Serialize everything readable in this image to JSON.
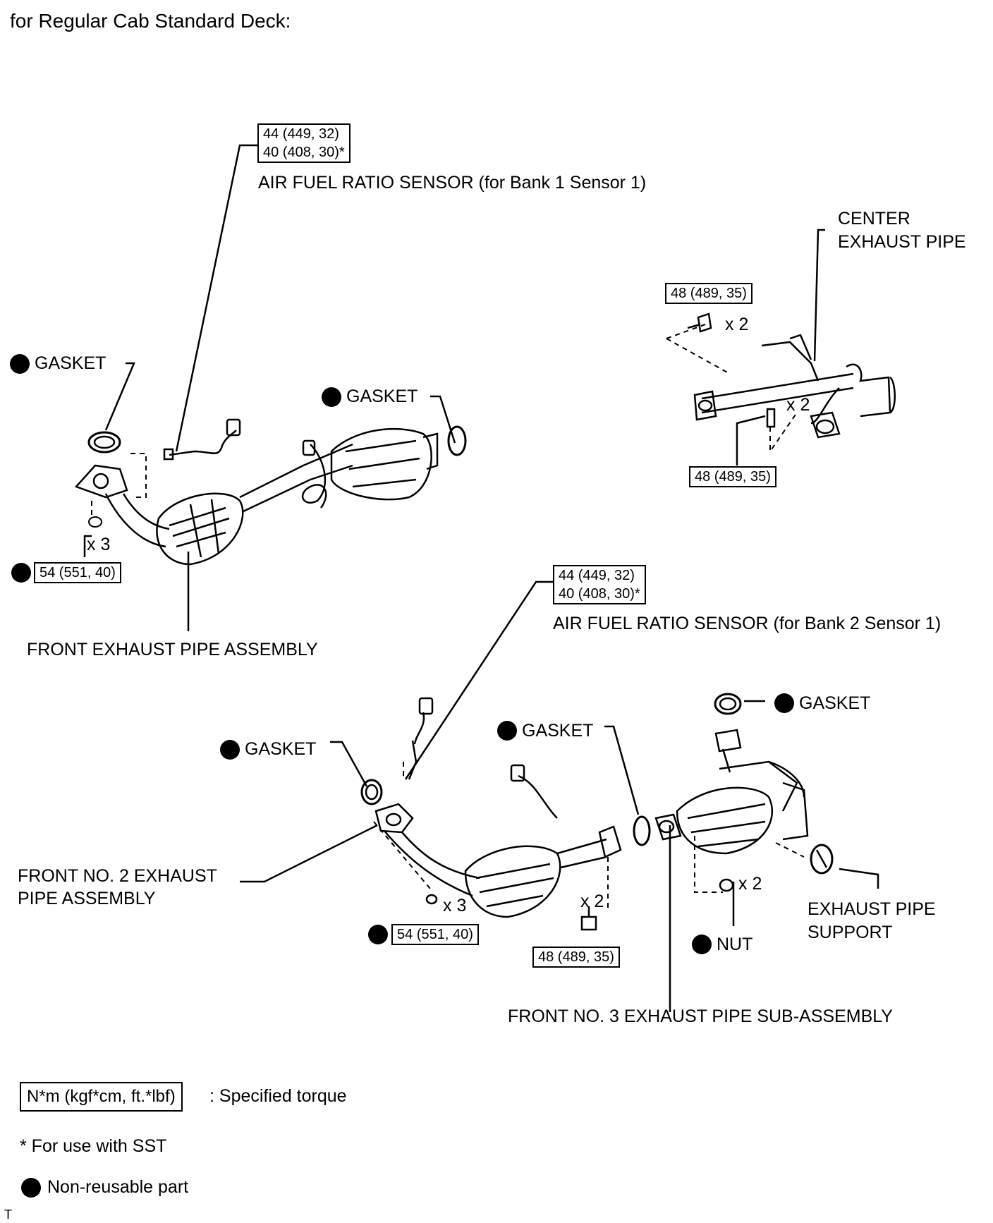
{
  "header": {
    "title": "for Regular Cab Standard Deck:"
  },
  "top": {
    "sensor_b1_torque": [
      "44 (449, 32)",
      "40 (408, 30)*"
    ],
    "sensor_b1_label": "AIR FUEL RATIO SENSOR (for Bank 1 Sensor 1)",
    "center_pipe_label": [
      "CENTER",
      "EXHAUST PIPE"
    ],
    "center_bolt_torque_top": "48 (489, 35)",
    "center_bolt_qty_top": "x 2",
    "center_bolt_qty_bottom": "x 2",
    "center_bolt_torque_bottom": "48 (489, 35)",
    "gasket_left": "GASKET",
    "gasket_right": "GASKET",
    "front_nut_qty": "x 3",
    "front_nut_torque": "54 (551, 40)",
    "front_pipe_label": "FRONT EXHAUST PIPE ASSEMBLY"
  },
  "bottom": {
    "sensor_b2_torque": [
      "44 (449, 32)",
      "40 (408, 30)*"
    ],
    "sensor_b2_label": "AIR FUEL RATIO SENSOR (for Bank 2 Sensor 1)",
    "gasket_far_right": "GASKET",
    "gasket_mid": "GASKET",
    "gasket_left": "GASKET",
    "front2_label": [
      "FRONT NO. 2 EXHAUST",
      "PIPE ASSEMBLY"
    ],
    "front2_nut_qty": "x 3",
    "front2_nut_torque": "54 (551, 40)",
    "bolt_qty": "x 2",
    "bolt_torque": "48 (489, 35)",
    "nut_qty": "x 2",
    "nut_label": "NUT",
    "support_label": [
      "EXHAUST PIPE",
      "SUPPORT"
    ],
    "front3_label": "FRONT NO. 3 EXHAUST PIPE SUB-ASSEMBLY"
  },
  "legend": {
    "torque_unit": "N*m (kgf*cm, ft.*lbf)",
    "torque_desc": ": Specified torque",
    "sst_note": "* For use with SST",
    "nonreusable": "Non-reusable part"
  },
  "footer_mark": "T"
}
